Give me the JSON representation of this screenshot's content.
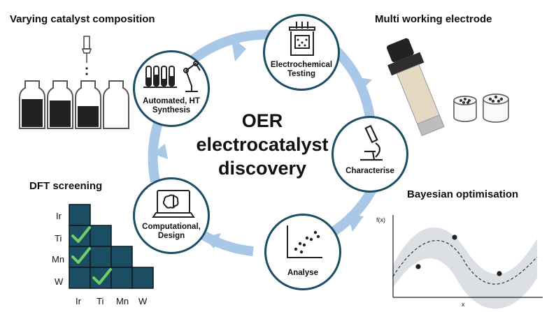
{
  "center": {
    "line1": "OER",
    "line2": "electrocatalyst",
    "line3": "discovery"
  },
  "cycle_nodes": [
    {
      "line1": "Electrochemical",
      "line2": "Testing",
      "icon": "beaker-electrode-icon"
    },
    {
      "line1": "Characterise",
      "line2": "",
      "icon": "microscope-icon"
    },
    {
      "line1": "Analyse",
      "line2": "",
      "icon": "scatter-plot-icon"
    },
    {
      "line1": "Computational,",
      "line2": "Design",
      "icon": "laptop-brain-icon"
    },
    {
      "line1": "Automated, HT",
      "line2": "Synthesis",
      "icon": "robot-arm-icon"
    }
  ],
  "panels": {
    "catalyst": {
      "title": "Varying catalyst composition"
    },
    "electrode": {
      "title": "Multi working electrode"
    },
    "dft": {
      "title": "DFT screening",
      "row_labels": [
        "Ir",
        "Ti",
        "Mn",
        "W"
      ],
      "col_labels": [
        "Ir",
        "Ti",
        "Mn",
        "W"
      ],
      "checked_cells": [
        [
          1,
          0
        ],
        [
          2,
          0
        ],
        [
          3,
          1
        ]
      ]
    },
    "bayes": {
      "title": "Bayesian optimisation",
      "ylabel": "f(x)",
      "xlabel": "x"
    }
  },
  "colors": {
    "node_border": "#1c4e63",
    "arrow": "#a9c8e8",
    "grid_fill": "#1c4e63",
    "check": "#6fcf6a",
    "band": "#dcdfe3"
  }
}
